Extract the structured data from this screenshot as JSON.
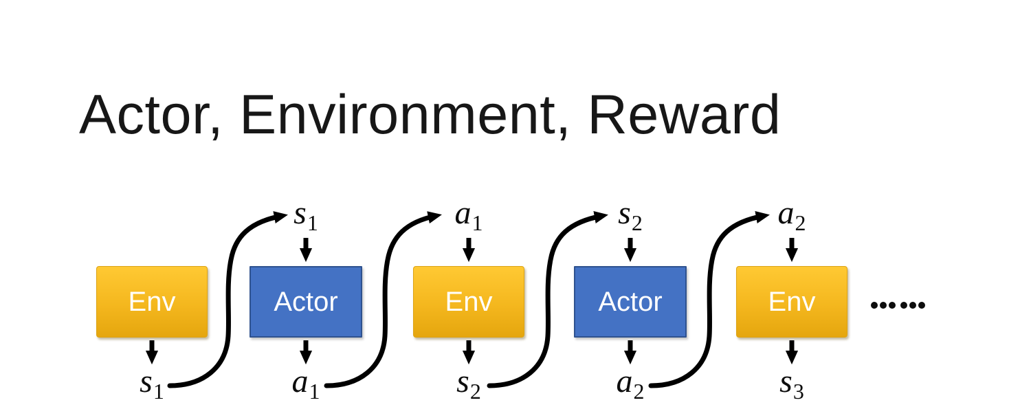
{
  "slide": {
    "title": "Actor, Environment, Reward",
    "ellipsis": "……"
  },
  "colors": {
    "env_gradient_top": "#FFC933",
    "env_gradient_bottom": "#E5A60E",
    "env_border": "#DCA315",
    "actor_fill": "#4472C4",
    "actor_border": "#2F528F",
    "arrow": "#000000",
    "box_text": "#FFFFFF",
    "title_text": "#171717"
  },
  "boxes": [
    {
      "id": "env-1",
      "type": "env",
      "label": "Env"
    },
    {
      "id": "actor-1",
      "type": "actor",
      "label": "Actor"
    },
    {
      "id": "env-2",
      "type": "env",
      "label": "Env"
    },
    {
      "id": "actor-2",
      "type": "actor",
      "label": "Actor"
    },
    {
      "id": "env-3",
      "type": "env",
      "label": "Env"
    }
  ],
  "top_labels": [
    {
      "main": "s",
      "sub": "1"
    },
    {
      "main": "a",
      "sub": "1"
    },
    {
      "main": "s",
      "sub": "2"
    },
    {
      "main": "a",
      "sub": "2"
    }
  ],
  "bottom_labels": [
    {
      "main": "s",
      "sub": "1"
    },
    {
      "main": "a",
      "sub": "1"
    },
    {
      "main": "s",
      "sub": "2"
    },
    {
      "main": "a",
      "sub": "2"
    },
    {
      "main": "s",
      "sub": "3"
    }
  ]
}
